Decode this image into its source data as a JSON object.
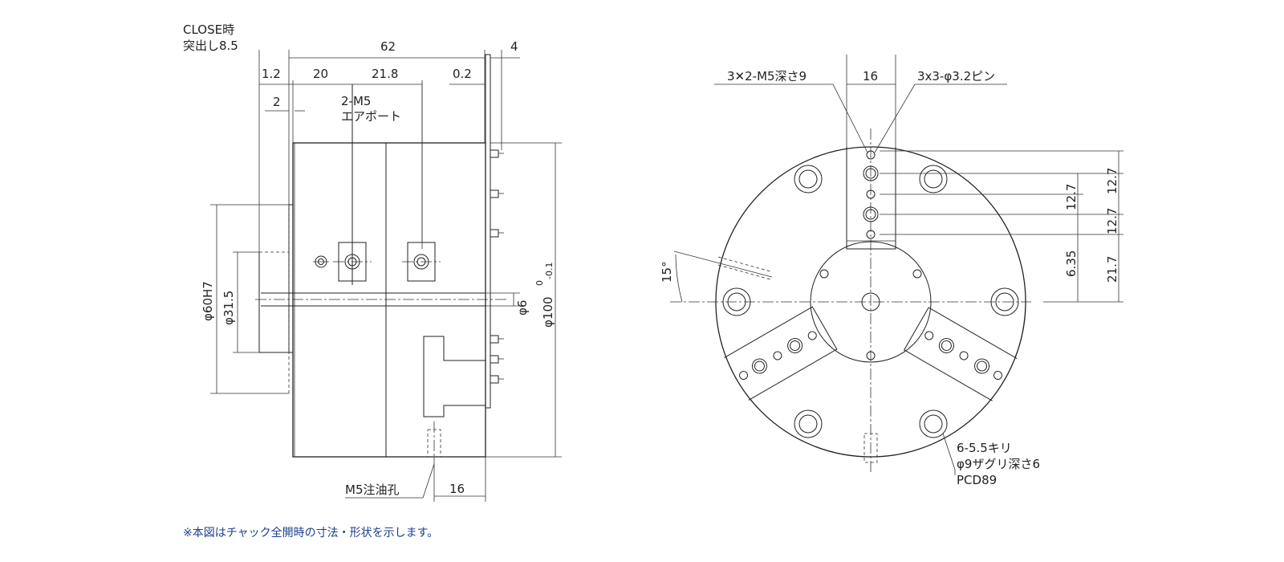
{
  "side_view": {
    "label_close_1": "CLOSE時",
    "label_close_2": "突出し8.5",
    "dim_62": "62",
    "dim_4": "4",
    "dim_1_2": "1.2",
    "dim_20": "20",
    "dim_21_8": "21.8",
    "dim_0_2": "0.2",
    "dim_2": "2",
    "port_label_1": "2-M5",
    "port_label_2": "エアポート",
    "dim_phi60h7": "φ60H7",
    "dim_phi31_5": "φ31.5",
    "dim_phi6": "φ6",
    "dim_phi100": "φ100",
    "tol_upper": "0",
    "tol_lower": "-0.1",
    "oil_hole": "M5注油孔",
    "dim_16": "16"
  },
  "front_view": {
    "tap_label": "3✕2-M5深さ9",
    "dim_16": "16",
    "pin_label": "3x3-φ3.2ピン",
    "dim_12_7_a": "12.7",
    "dim_12_7_b": "12.7",
    "dim_12_7_c": "12.7",
    "dim_6_35": "6.35",
    "dim_21_7": "21.7",
    "angle_15": "15°",
    "hole_label_1": "6-5.5キリ",
    "hole_label_2": "φ9ザグリ深さ6",
    "hole_label_3": "PCD89"
  },
  "footnote": "※本図はチャック全開時の寸法・形状を示します。"
}
